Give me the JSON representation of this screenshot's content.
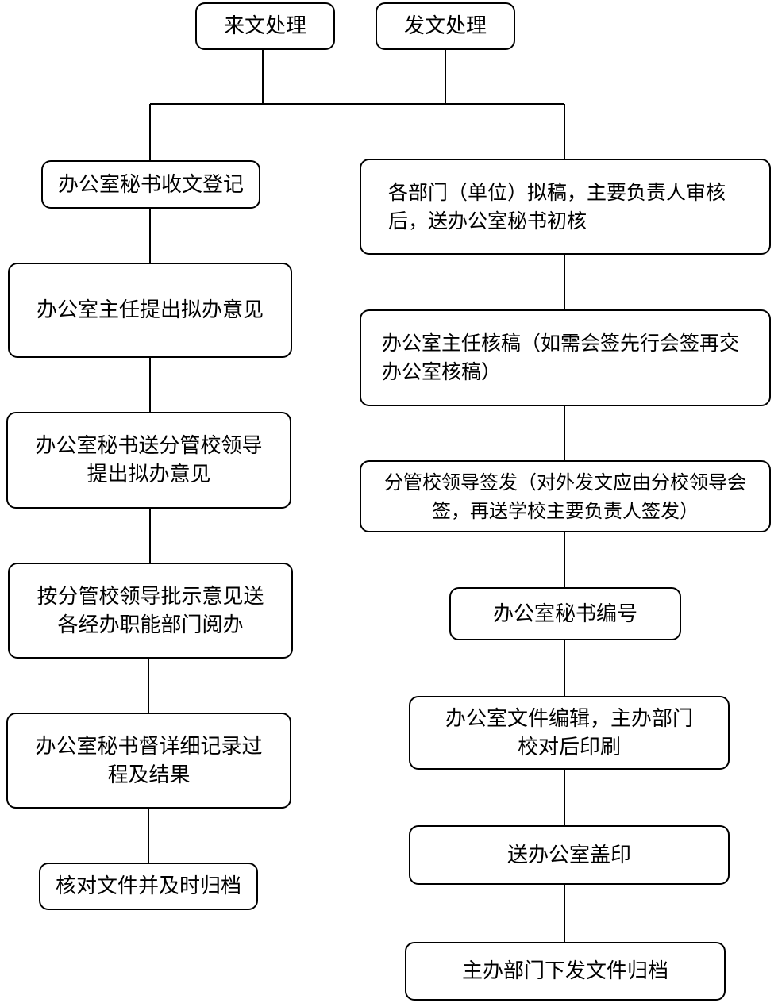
{
  "top": {
    "incoming": "来文处理",
    "outgoing": "发文处理"
  },
  "left_flow": [
    "办公室秘书收文登记",
    "办公室主任提出拟办意见",
    "办公室秘书送分管校领导提出拟办意见",
    "按分管校领导批示意见送各经办职能部门阅办",
    "办公室秘书督详细记录过程及结果",
    "核对文件并及时归档"
  ],
  "right_flow": [
    "各部门（单位）拟稿，主要负责人审核后，送办公室秘书初核",
    "办公室主任核稿（如需会签先行会签再交办公室核稿）",
    "分管校领导签发（对外发文应由分校领导会签，再送学校主要负责人签发）",
    "办公室秘书编号",
    "办公室文件编辑，主办部门校对后印刷",
    "送办公室盖印",
    "主办部门下发文件归档"
  ]
}
